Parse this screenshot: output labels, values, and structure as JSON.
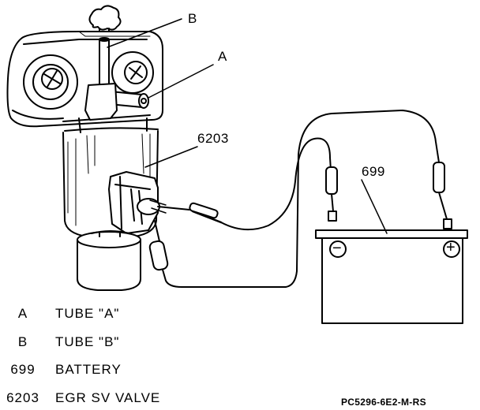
{
  "callouts": {
    "b": "B",
    "a": "A",
    "valve": "6203",
    "battery": "699"
  },
  "battery": {
    "negative": "−",
    "positive": "+"
  },
  "legend": [
    {
      "key": "A",
      "desc": "TUBE \"A\""
    },
    {
      "key": "B",
      "desc": "TUBE \"B\""
    },
    {
      "key": "699",
      "desc": "BATTERY"
    },
    {
      "key": "6203",
      "desc": "EGR SV VALVE"
    }
  ],
  "figure_code": "PC5296-6E2-M-RS"
}
